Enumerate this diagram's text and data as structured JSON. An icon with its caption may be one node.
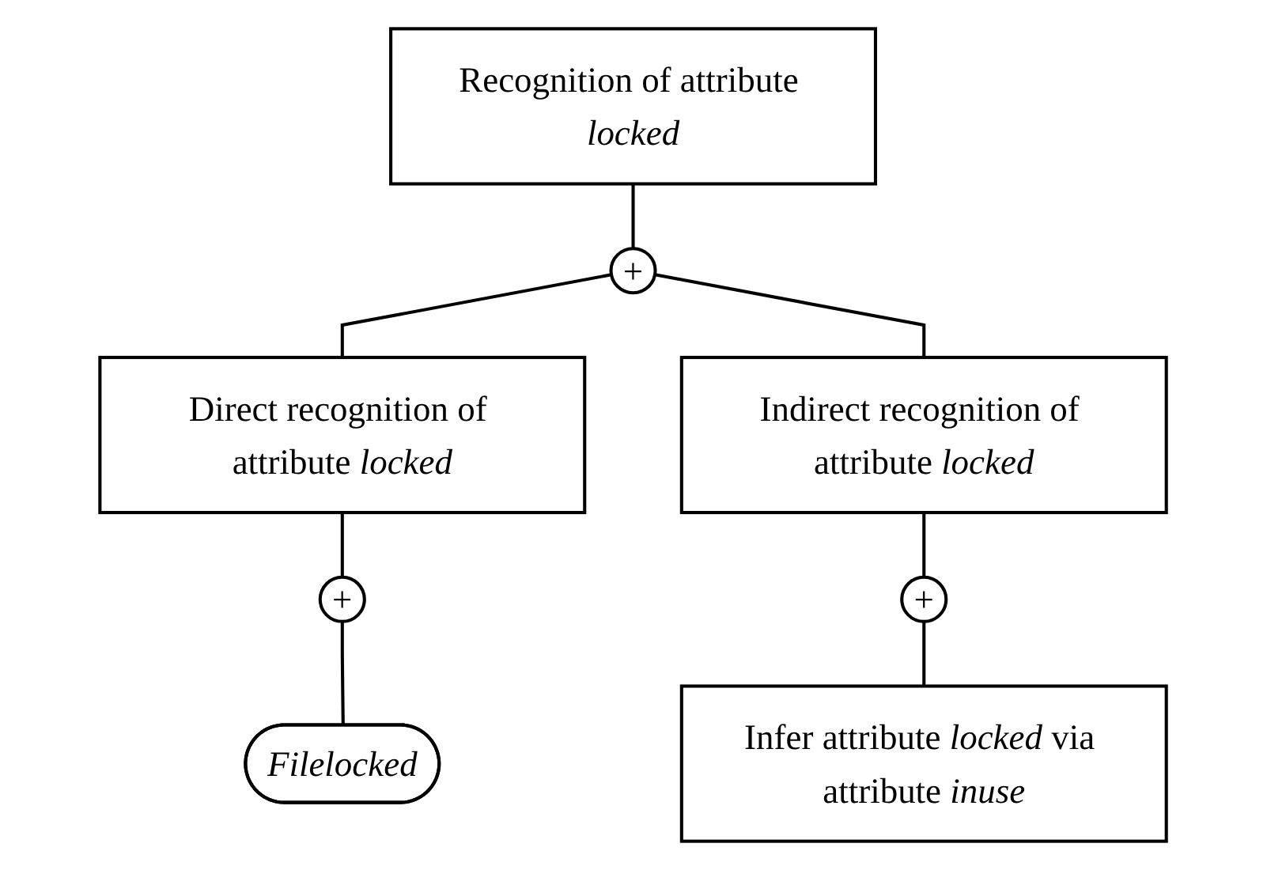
{
  "diagram": {
    "nodes": [
      {
        "text": [
          "Recognition of attribute *locked*"
        ]
      },
      {
        "text": [
          "+"
        ]
      },
      {
        "text": [
          "Direct recognition of attribute *locked*"
        ]
      },
      {
        "text": [
          "Indirect recognition of attribute *locked*"
        ]
      },
      {
        "text": [
          "+"
        ]
      },
      {
        "text": [
          "+"
        ]
      },
      {
        "text": [
          "Filelocked"
        ]
      },
      {
        "text": [
          "Infer attribute *locked* via attribute *inuse*"
        ]
      }
    ],
    "edges": [
      {
        "from": 0,
        "to": 1,
        "arrow": "none"
      },
      {
        "from": 1,
        "to": 2,
        "arrow": "none"
      },
      {
        "from": 1,
        "to": 3,
        "arrow": "none"
      },
      {
        "from": 2,
        "to": 4,
        "arrow": "none"
      },
      {
        "from": 3,
        "to": 5,
        "arrow": "none"
      },
      {
        "from": 4,
        "to": 6,
        "arrow": "none"
      },
      {
        "from": 5,
        "to": 7,
        "arrow": "none"
      }
    ]
  }
}
